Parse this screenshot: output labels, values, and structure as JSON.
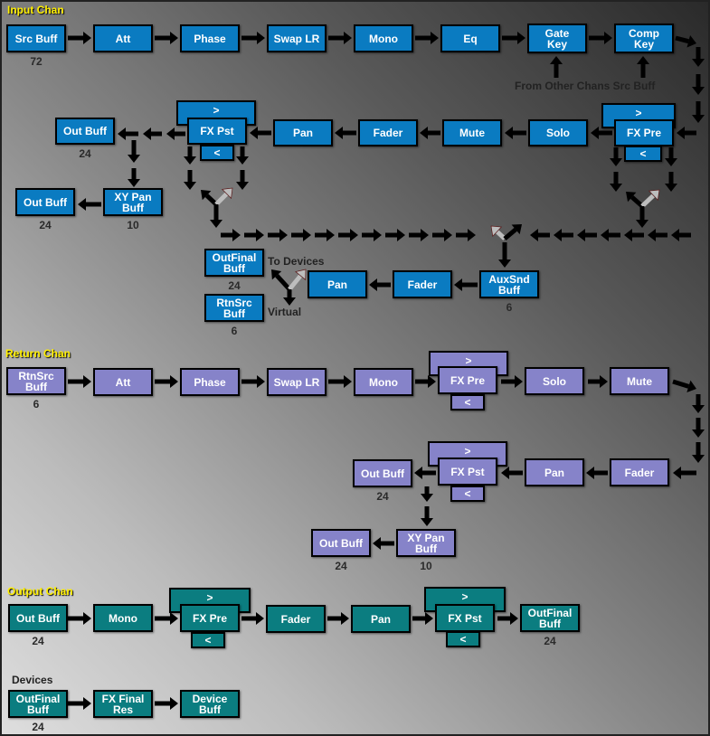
{
  "sections": {
    "input": {
      "title": "Input Chan"
    },
    "return": {
      "title": "Return Chan"
    },
    "output": {
      "title": "Output Chan"
    },
    "devices": {
      "title": "Devices"
    }
  },
  "labels": {
    "from_other": "From Other Chans Src Buff",
    "to_devices": "To Devices",
    "virtual": "Virtual"
  },
  "colors": {
    "input": "#0a7bc1",
    "return": "#8683c9",
    "output": "#0b7d80"
  },
  "boxes": [
    {
      "id": "in-src-buff",
      "section": "input",
      "label": "Src Buff",
      "num": "72"
    },
    {
      "id": "in-att",
      "section": "input",
      "label": "Att"
    },
    {
      "id": "in-phase",
      "section": "input",
      "label": "Phase"
    },
    {
      "id": "in-swap-lr",
      "section": "input",
      "label": "Swap LR"
    },
    {
      "id": "in-mono",
      "section": "input",
      "label": "Mono"
    },
    {
      "id": "in-eq",
      "section": "input",
      "label": "Eq"
    },
    {
      "id": "in-gate-key",
      "section": "input",
      "label": "Gate\nKey"
    },
    {
      "id": "in-comp-key",
      "section": "input",
      "label": "Comp\nKey"
    },
    {
      "id": "in-fx-pre-top",
      "section": "input",
      "label": ">"
    },
    {
      "id": "in-fx-pre",
      "section": "input",
      "label": "FX Pre"
    },
    {
      "id": "in-fx-pre-bottom",
      "section": "input",
      "label": "<"
    },
    {
      "id": "in-solo",
      "section": "input",
      "label": "Solo"
    },
    {
      "id": "in-mute",
      "section": "input",
      "label": "Mute"
    },
    {
      "id": "in-fader",
      "section": "input",
      "label": "Fader"
    },
    {
      "id": "in-pan",
      "section": "input",
      "label": "Pan"
    },
    {
      "id": "in-fx-pst-top",
      "section": "input",
      "label": ">"
    },
    {
      "id": "in-fx-pst",
      "section": "input",
      "label": "FX Pst"
    },
    {
      "id": "in-fx-pst-bottom",
      "section": "input",
      "label": "<"
    },
    {
      "id": "in-out-buff",
      "section": "input",
      "label": "Out Buff",
      "num": "24"
    },
    {
      "id": "in-xy-pan-buff",
      "section": "input",
      "label": "XY Pan\nBuff",
      "num": "10"
    },
    {
      "id": "in-out-buff-2",
      "section": "input",
      "label": "Out Buff",
      "num": "24"
    },
    {
      "id": "in-outfinal-buff",
      "section": "input",
      "label": "OutFinal\nBuff",
      "num": "24"
    },
    {
      "id": "in-rtnsrc-buff",
      "section": "input",
      "label": "RtnSrc\nBuff",
      "num": "6"
    },
    {
      "id": "in-aux-pan",
      "section": "input",
      "label": "Pan"
    },
    {
      "id": "in-aux-fader",
      "section": "input",
      "label": "Fader"
    },
    {
      "id": "in-auxsnd-buff",
      "section": "input",
      "label": "AuxSnd\nBuff",
      "num": "6"
    },
    {
      "id": "rt-rtnsrc-buff",
      "section": "return",
      "label": "RtnSrc\nBuff",
      "num": "6"
    },
    {
      "id": "rt-att",
      "section": "return",
      "label": "Att"
    },
    {
      "id": "rt-phase",
      "section": "return",
      "label": "Phase"
    },
    {
      "id": "rt-swap-lr",
      "section": "return",
      "label": "Swap LR"
    },
    {
      "id": "rt-mono",
      "section": "return",
      "label": "Mono"
    },
    {
      "id": "rt-fx-pre-top",
      "section": "return",
      "label": ">"
    },
    {
      "id": "rt-fx-pre",
      "section": "return",
      "label": "FX Pre"
    },
    {
      "id": "rt-fx-pre-bottom",
      "section": "return",
      "label": "<"
    },
    {
      "id": "rt-solo",
      "section": "return",
      "label": "Solo"
    },
    {
      "id": "rt-mute",
      "section": "return",
      "label": "Mute"
    },
    {
      "id": "rt-fader",
      "section": "return",
      "label": "Fader"
    },
    {
      "id": "rt-pan",
      "section": "return",
      "label": "Pan"
    },
    {
      "id": "rt-fx-pst-top",
      "section": "return",
      "label": ">"
    },
    {
      "id": "rt-fx-pst",
      "section": "return",
      "label": "FX Pst"
    },
    {
      "id": "rt-fx-pst-bottom",
      "section": "return",
      "label": "<"
    },
    {
      "id": "rt-out-buff",
      "section": "return",
      "label": "Out Buff",
      "num": "24"
    },
    {
      "id": "rt-xy-pan-buff",
      "section": "return",
      "label": "XY Pan\nBuff",
      "num": "10"
    },
    {
      "id": "rt-out-buff-2",
      "section": "return",
      "label": "Out  Buff",
      "num": "24"
    },
    {
      "id": "out-out-buff",
      "section": "output",
      "label": "Out  Buff",
      "num": "24"
    },
    {
      "id": "out-mono",
      "section": "output",
      "label": "Mono"
    },
    {
      "id": "out-fx-pre-top",
      "section": "output",
      "label": ">"
    },
    {
      "id": "out-fx-pre",
      "section": "output",
      "label": "FX Pre"
    },
    {
      "id": "out-fx-pre-bottom",
      "section": "output",
      "label": "<"
    },
    {
      "id": "out-fader",
      "section": "output",
      "label": "Fader"
    },
    {
      "id": "out-pan",
      "section": "output",
      "label": "Pan"
    },
    {
      "id": "out-fx-pst-top",
      "section": "output",
      "label": ">"
    },
    {
      "id": "out-fx-pst",
      "section": "output",
      "label": "FX Pst"
    },
    {
      "id": "out-fx-pst-bottom",
      "section": "output",
      "label": "<"
    },
    {
      "id": "out-outfinal-buff",
      "section": "output",
      "label": "OutFinal\nBuff",
      "num": "24"
    },
    {
      "id": "dev-outfinal-buff",
      "section": "output",
      "label": "OutFinal\nBuff",
      "num": "24"
    },
    {
      "id": "dev-fx-final-res",
      "section": "output",
      "label": "FX Final\nRes"
    },
    {
      "id": "dev-device-buff",
      "section": "output",
      "label": "Device\nBuff"
    }
  ]
}
